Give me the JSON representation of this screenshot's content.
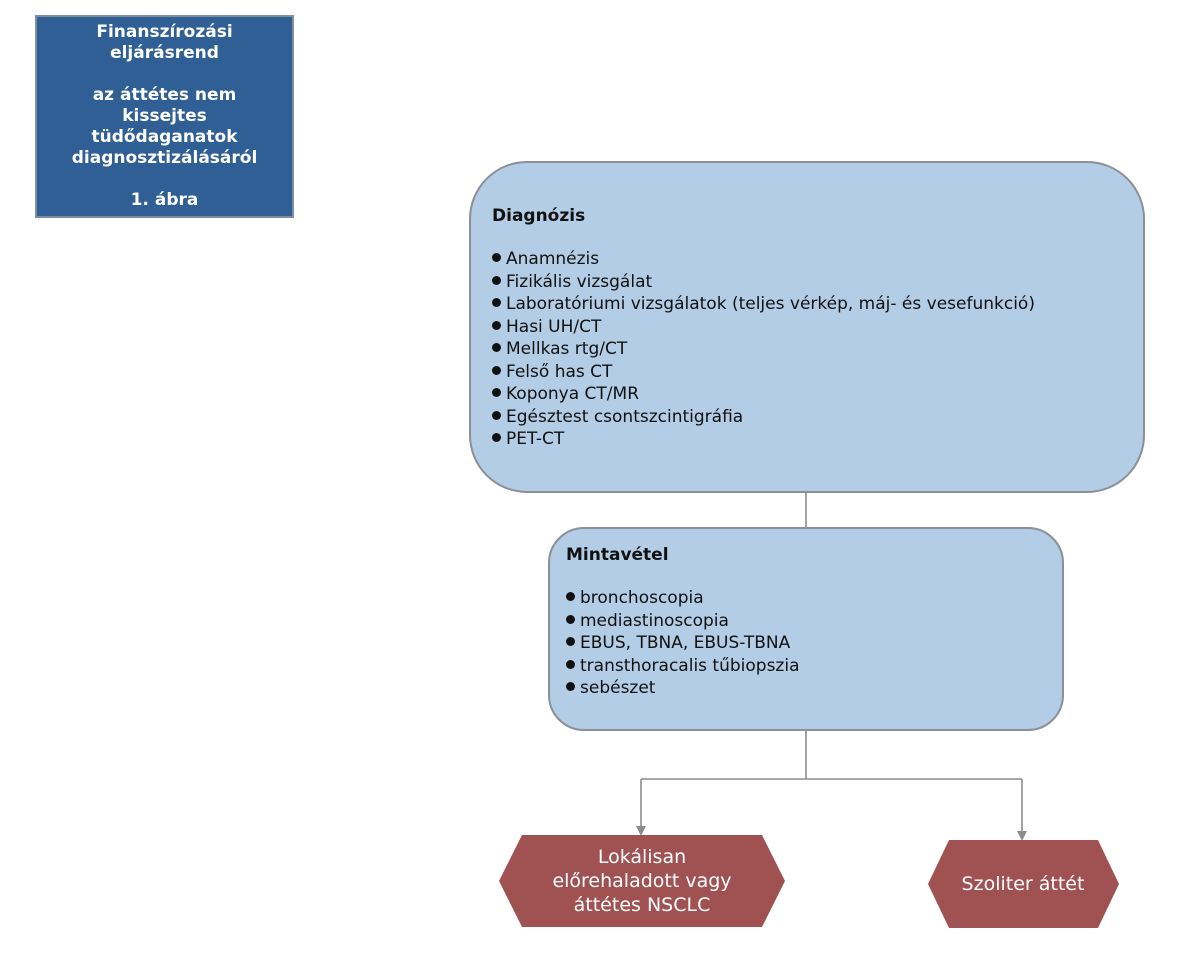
{
  "title_box": {
    "lines": [
      "Finanszírozási",
      "eljárásrend",
      "",
      "az áttétes nem",
      "kissejtes",
      "tüdődaganatok",
      "diagnosztizálásáról",
      "",
      "1. ábra"
    ]
  },
  "diagnosis": {
    "title": "Diagnózis",
    "items": [
      "Anamnézis",
      "Fizikális vizsgálat",
      "Laboratóriumi vizsgálatok (teljes vérkép, máj- és vesefunkció)",
      "Hasi UH/CT",
      "Mellkas rtg/CT",
      "Felső has CT",
      "Koponya CT/MR",
      "Egésztest csontszcintigráfia",
      "PET-CT"
    ]
  },
  "sampling": {
    "title": "Mintavétel",
    "items": [
      "bronchoscopia",
      "mediastinoscopia",
      "EBUS, TBNA, EBUS-TBNA",
      "transthoracalis tűbiopszia",
      "sebészet"
    ]
  },
  "outcomes": {
    "left": [
      "Lokálisan",
      "előrehaladott vagy",
      "áttétes NSCLC"
    ],
    "right": "Szoliter áttét"
  },
  "colors": {
    "title_box": "#2f5f95",
    "panel_fill": "#b4cde6",
    "panel_border": "#8b8f96",
    "outcome_fill": "#a05252",
    "connector": "#8c8c8c"
  }
}
